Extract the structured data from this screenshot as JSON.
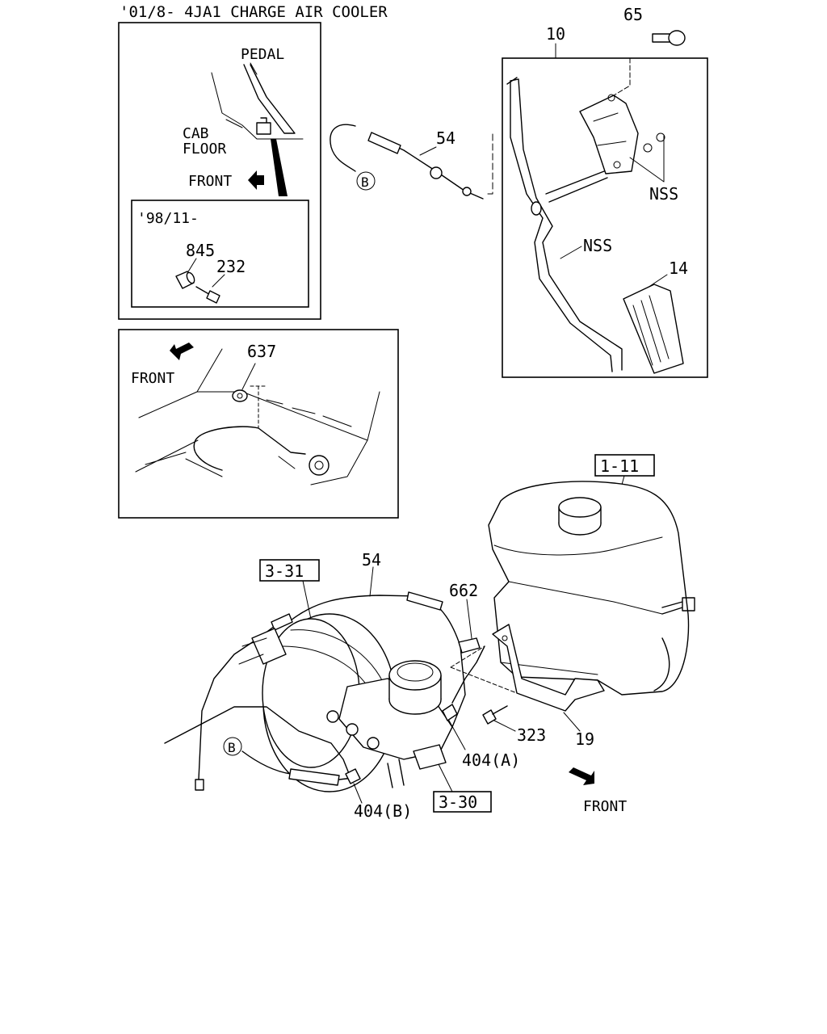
{
  "header": {
    "title": "'01/8- 4JA1 CHARGE AIR COOLER"
  },
  "inset_pedal": {
    "pedal": "PEDAL",
    "cab_floor_line1": "CAB",
    "cab_floor_line2": "FLOOR",
    "front": "FRONT",
    "sub_box_title": "'98/11-",
    "callout_845": "845",
    "callout_232": "232"
  },
  "inset_cable": {
    "front": "FRONT",
    "callout_637": "637"
  },
  "pedal_assembly": {
    "callout_10": "10",
    "callout_65": "65",
    "callout_54": "54",
    "circle_b": "B",
    "nss_bracket": "NSS",
    "nss_arm": "NSS",
    "callout_14": "14"
  },
  "booster_assembly": {
    "ref_1_11": "1-11",
    "ref_3_31": "3-31",
    "ref_3_30": "3-30",
    "callout_54": "54",
    "callout_662": "662",
    "callout_323": "323",
    "callout_19": "19",
    "callout_404a": "404(A)",
    "callout_404b": "404(B)",
    "circle_b": "B",
    "front": "FRONT"
  }
}
